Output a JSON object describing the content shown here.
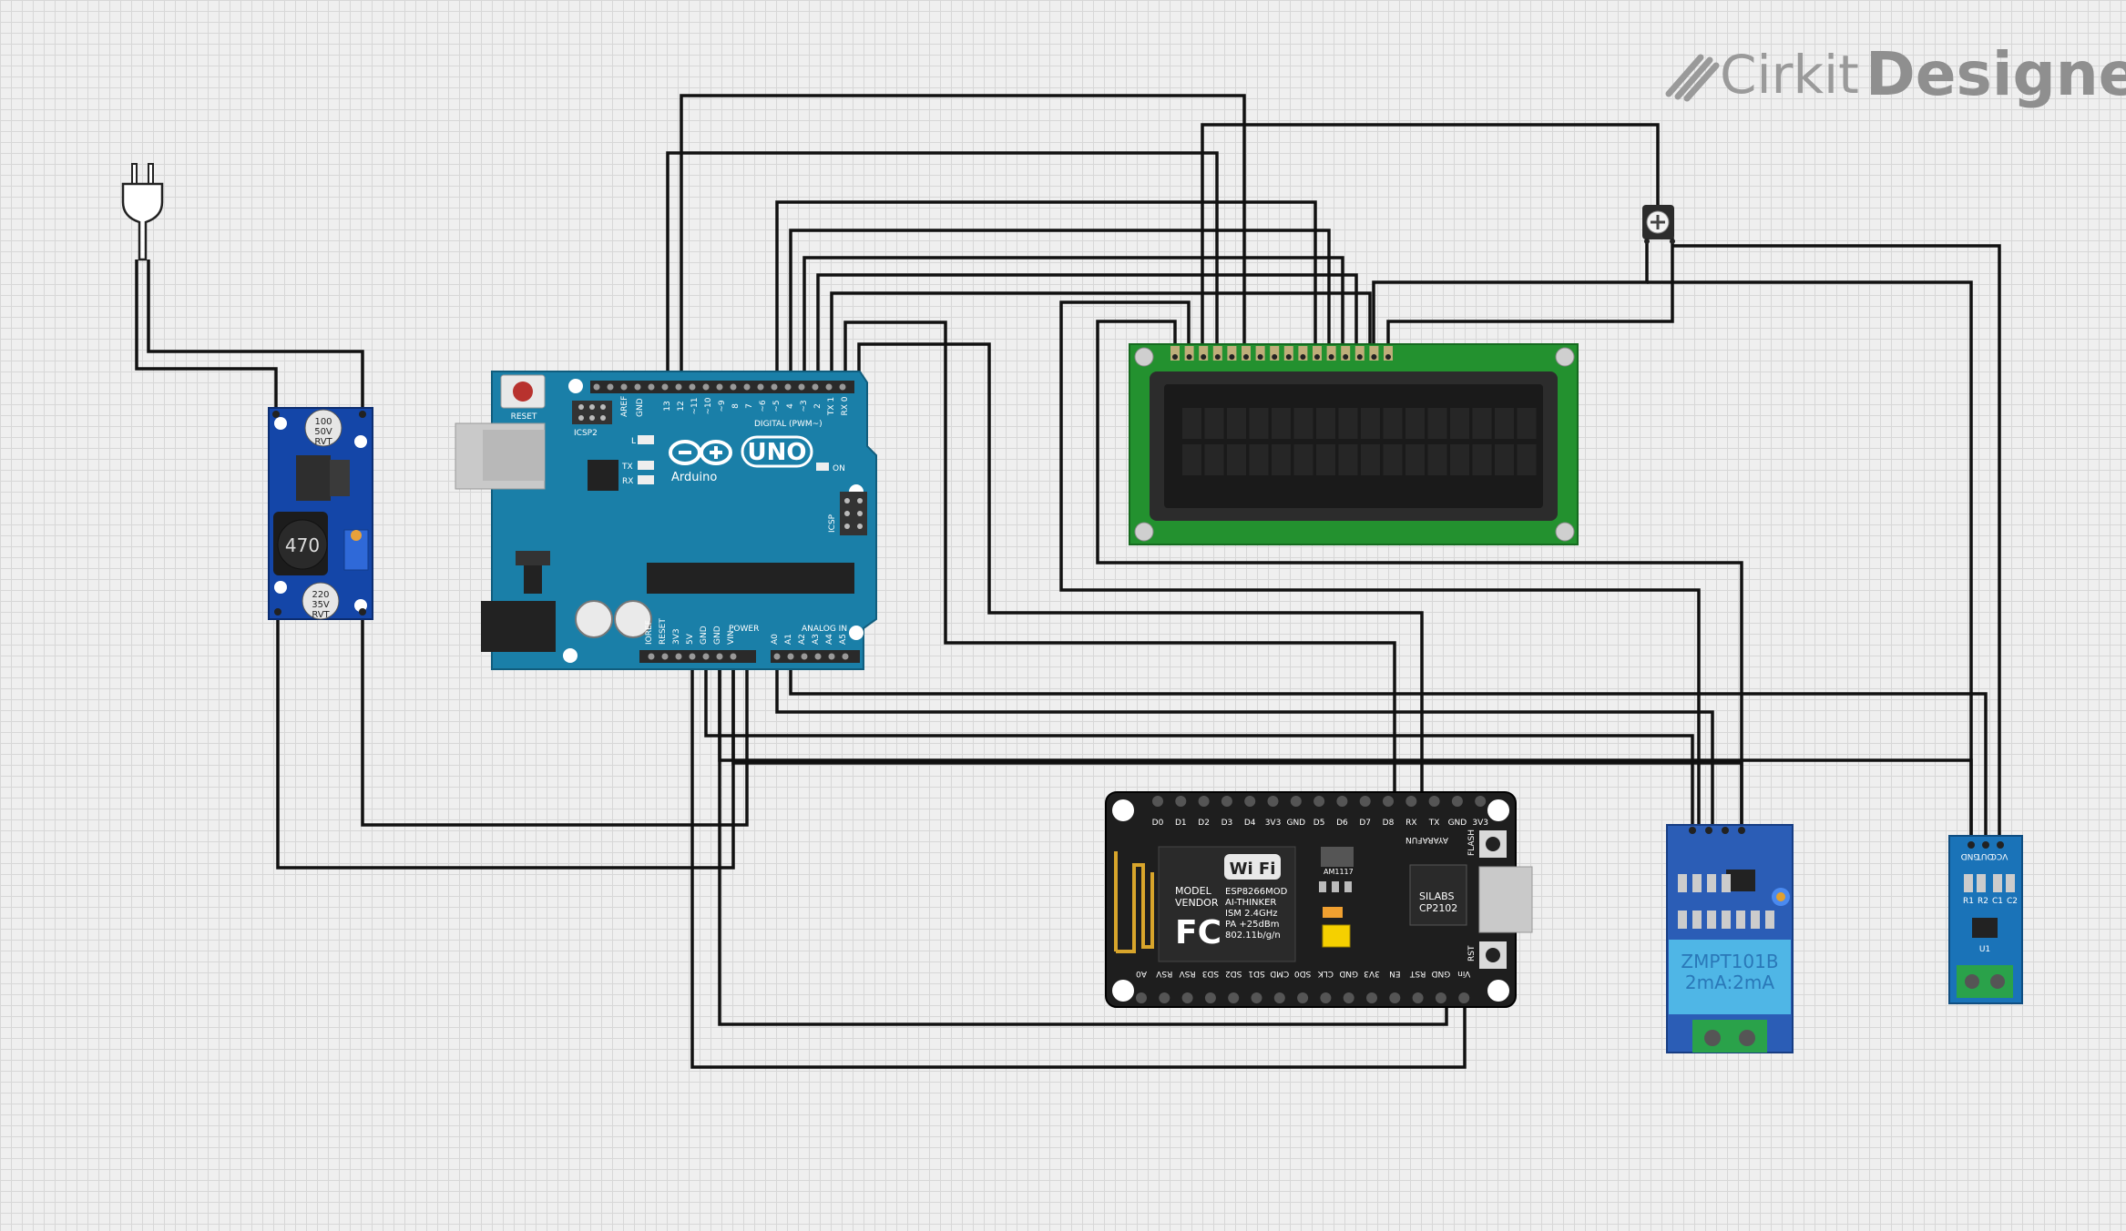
{
  "brand": {
    "name_a": "Cirkit",
    "name_b": "Designer"
  },
  "components": {
    "plug": {
      "type": "AC plug"
    },
    "buck": {
      "inductor": "470",
      "cap_top": [
        "100",
        "50V",
        "RVT"
      ],
      "cap_bot": [
        "220",
        "35V",
        "RVT"
      ]
    },
    "uno": {
      "reset": "RESET",
      "icsp2": "ICSP2",
      "aref": "AREF",
      "gnd": "GND",
      "digital": "DIGITAL (PWM~)",
      "logo": "UNO",
      "brand": "Arduino",
      "led_l": "L",
      "led_tx": "TX",
      "led_rx": "RX",
      "on": "ON",
      "icsp": "ICSP",
      "power": "POWER",
      "analog": "ANALOG IN",
      "power_pins": [
        "IOREF",
        "RESET",
        "3V3",
        "5V",
        "GND",
        "GND",
        "VIN"
      ],
      "analog_pins": [
        "A0",
        "A1",
        "A2",
        "A3",
        "A4",
        "A5"
      ],
      "digital_pins": [
        "13",
        "12",
        "~11",
        "~10",
        "~9",
        "8",
        "7",
        "~6",
        "~5",
        "4",
        "~3",
        "2",
        "TX 1",
        "RX 0"
      ]
    },
    "lcd": {
      "type": "16x2 LCD"
    },
    "esp": {
      "top_pins": [
        "D0",
        "D1",
        "D2",
        "D3",
        "D4",
        "3V3",
        "GND",
        "D5",
        "D6",
        "D7",
        "D8",
        "RX",
        "TX",
        "GND",
        "3V3"
      ],
      "bot_pins": [
        "A0",
        "RSV",
        "RSV",
        "SD3",
        "SD2",
        "SD1",
        "CMD",
        "SD0",
        "CLK",
        "GND",
        "3V3",
        "EN",
        "RST",
        "GND",
        "Vin"
      ],
      "module": [
        "MODEL",
        "VENDOR"
      ],
      "module_info": [
        "ESP8266MOD",
        "AI-THINKER",
        "ISM 2.4GHz",
        "PA +25dBm",
        "802.11b/g/n"
      ],
      "wifi": "Wi Fi",
      "fcc": "FC",
      "reg": "AM1117",
      "usb_chip": [
        "SILABS",
        "CP2102"
      ],
      "flash": "FLASH",
      "rst": "RST",
      "brand": "AYARAFUN"
    },
    "zmpt": {
      "label": [
        "ZMPT101B",
        "2mA:2mA"
      ]
    },
    "acs": {
      "pins": [
        "VCC",
        "OUT",
        "GND"
      ],
      "parts": [
        "R1",
        "R2",
        "C1",
        "C2",
        "U1"
      ]
    }
  },
  "colors": {
    "wire": "#111111",
    "uno": "#1a7fa8",
    "lcd_pcb": "#23912f",
    "esp": "#1e1e1e",
    "buck": "#1446a8",
    "zmpt_pcb": "#2b5db6",
    "zmpt_xfmr": "#4fb6e6",
    "acs": "#1a73b8",
    "terminal": "#2aa24a"
  }
}
